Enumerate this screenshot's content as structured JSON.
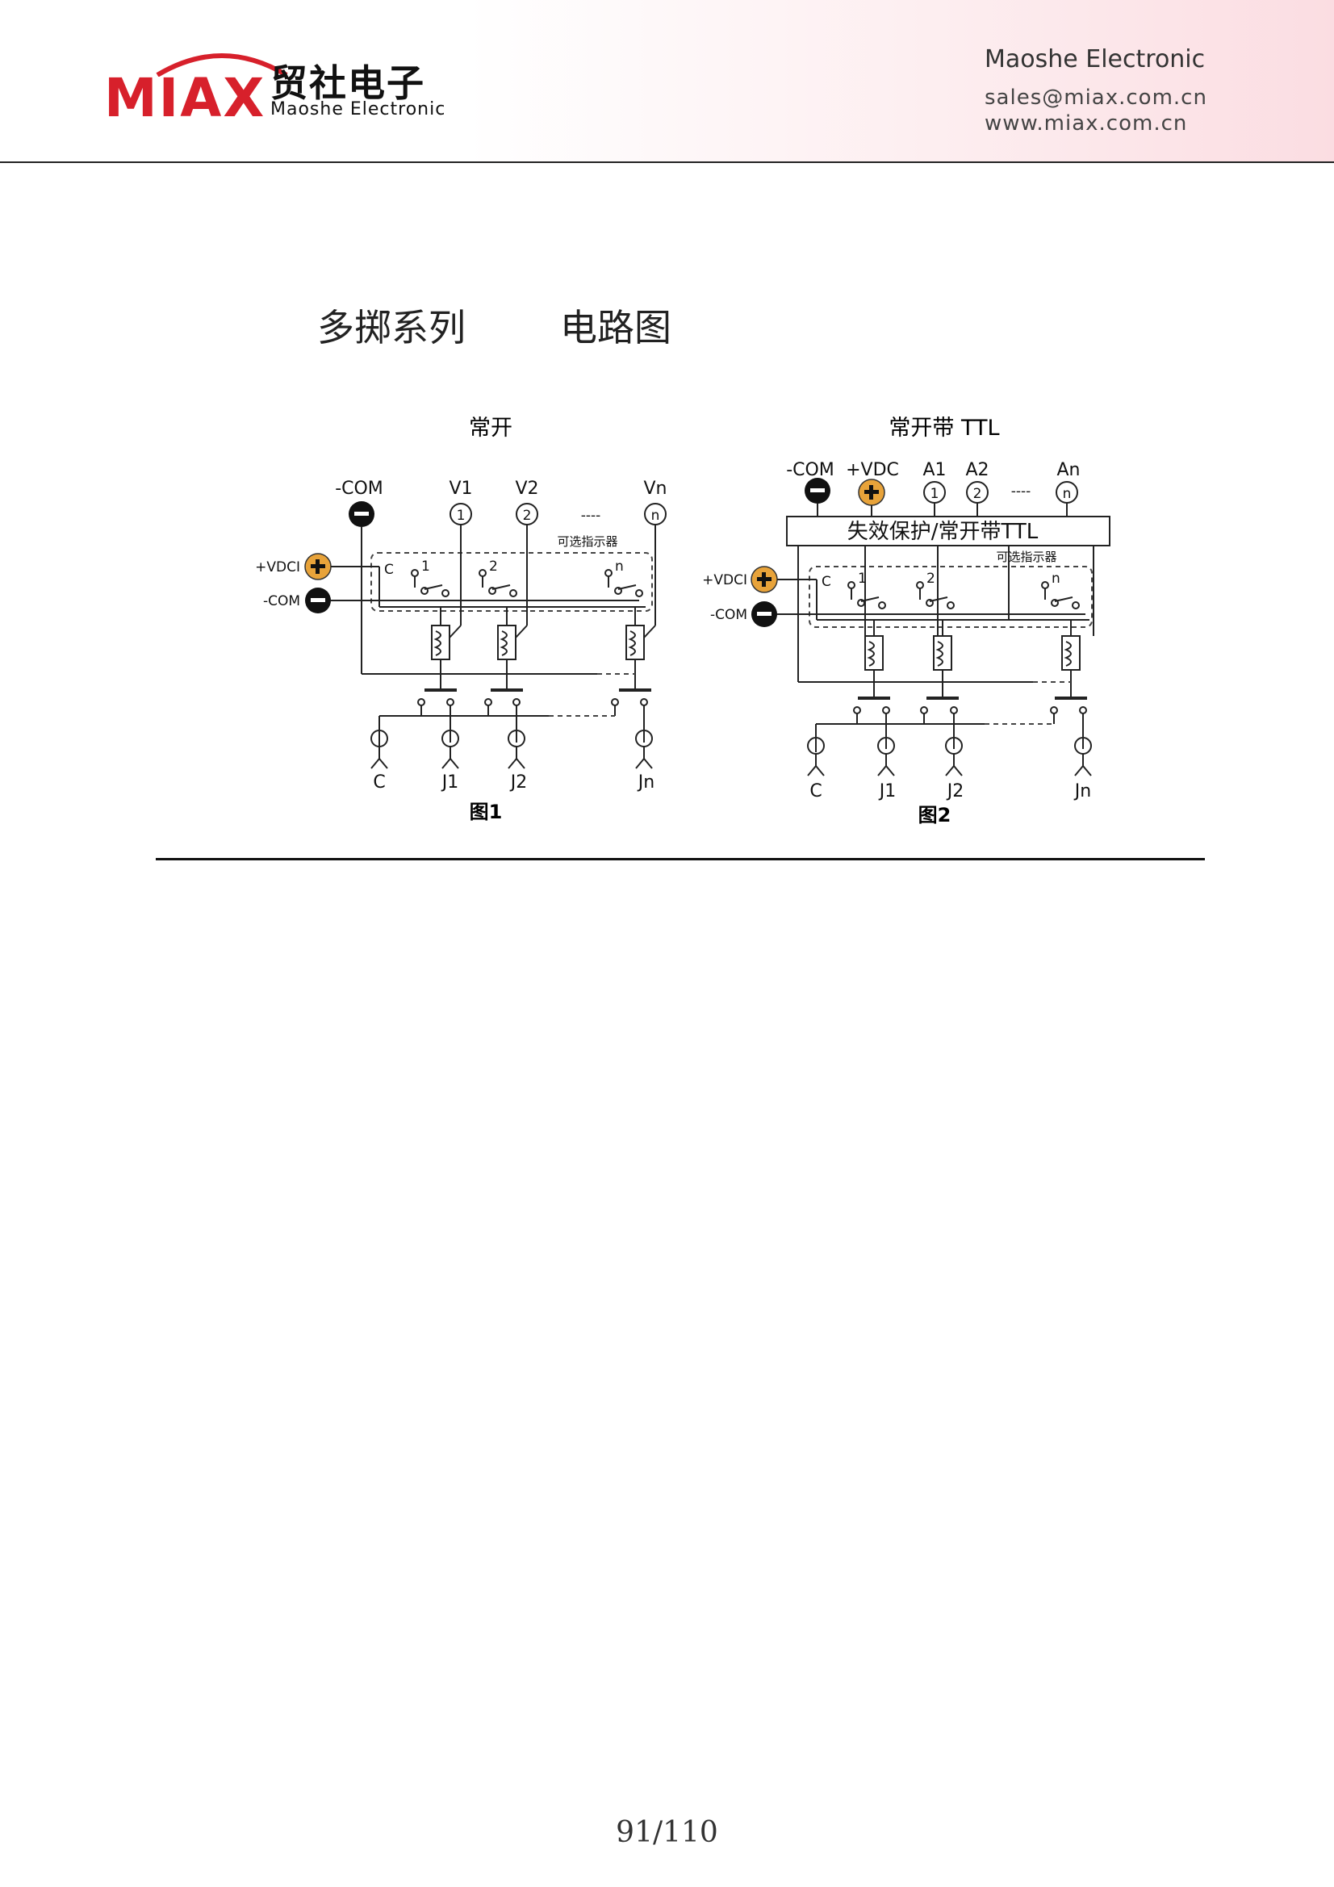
{
  "header": {
    "logo_word": "MIAX",
    "logo_cn": "贸社电子",
    "logo_en": "Maoshe Electronic",
    "company": "Maoshe Electronic",
    "email": "sales@miax.com.cn",
    "website": "www.miax.com.cn"
  },
  "page_title": "多掷系列        电路图",
  "fig1": {
    "title": "常开",
    "caption": "图1",
    "com_label": "-COM",
    "vdci_label": "+VDCI",
    "com2_label": "-COM",
    "v1": "V1",
    "v2": "V2",
    "vn": "Vn",
    "c1": "1",
    "c2": "2",
    "cn": "n",
    "indicator": "可选指示器",
    "sw_c": "C",
    "sw_1": "1",
    "sw_2": "2",
    "sw_n": "n",
    "j_c": "C",
    "j_1": "J1",
    "j_2": "J2",
    "j_n": "Jn",
    "dashes": "----"
  },
  "fig2": {
    "title": "常开带 TTL",
    "caption": "图2",
    "com_label": "-COM",
    "vdc_label": "+VDC",
    "a1": "A1",
    "a2": "A2",
    "an": "An",
    "c1": "1",
    "c2": "2",
    "cn": "n",
    "ttl_box": "失效保护/常开带TTL",
    "indicator": "可选指示器",
    "vdci_label": "+VDCI",
    "com2_label": "-COM",
    "sw_c": "C",
    "sw_1": "1",
    "sw_2": "2",
    "sw_n": "n",
    "j_c": "C",
    "j_1": "J1",
    "j_2": "J2",
    "j_n": "Jn",
    "dashes": "----"
  },
  "colors": {
    "brand_red": "#d7202b",
    "plus_fill": "#e8a33a"
  },
  "page_number": "91/110"
}
